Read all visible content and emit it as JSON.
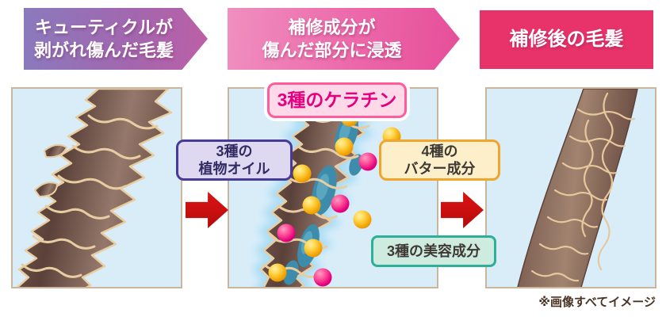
{
  "stages": [
    {
      "title": "キューティクルが\n剥がれ傷んだ毛髪"
    },
    {
      "title": "補修成分が\n傷んだ部分に浸透"
    },
    {
      "title": "補修後の毛髪"
    }
  ],
  "ingredients": {
    "keratin": "3種のケラチン",
    "plant_oil": "3種の\n植物オイル",
    "butter": "4種の\nバター成分",
    "beauty": "3種の美容成分"
  },
  "note": "※画像すべてイメージ",
  "colors": {
    "banner_damaged_gradient": [
      "#8a7abd",
      "#bd5fa6"
    ],
    "banner_repairing_gradient": [
      "#f08fc0",
      "#e64e99"
    ],
    "banner_repaired": "#e8336a",
    "arrow_red": "#c90f0f",
    "panel_background": "#d9edf9",
    "panel_border": "#cbb69c",
    "keratin_border": "#ff5c9e",
    "keratin_text": "#e5007f",
    "plant_oil_border": "#473a99",
    "butter_border": "#f0a52c",
    "beauty_border": "#2fae9a",
    "hair_brown": "#6b4f44",
    "cuticle_tan": "#e9cda2",
    "serum_teal": "#3d8cab",
    "dot_yellow": "#f3a705",
    "dot_pink": "#e5007d"
  }
}
